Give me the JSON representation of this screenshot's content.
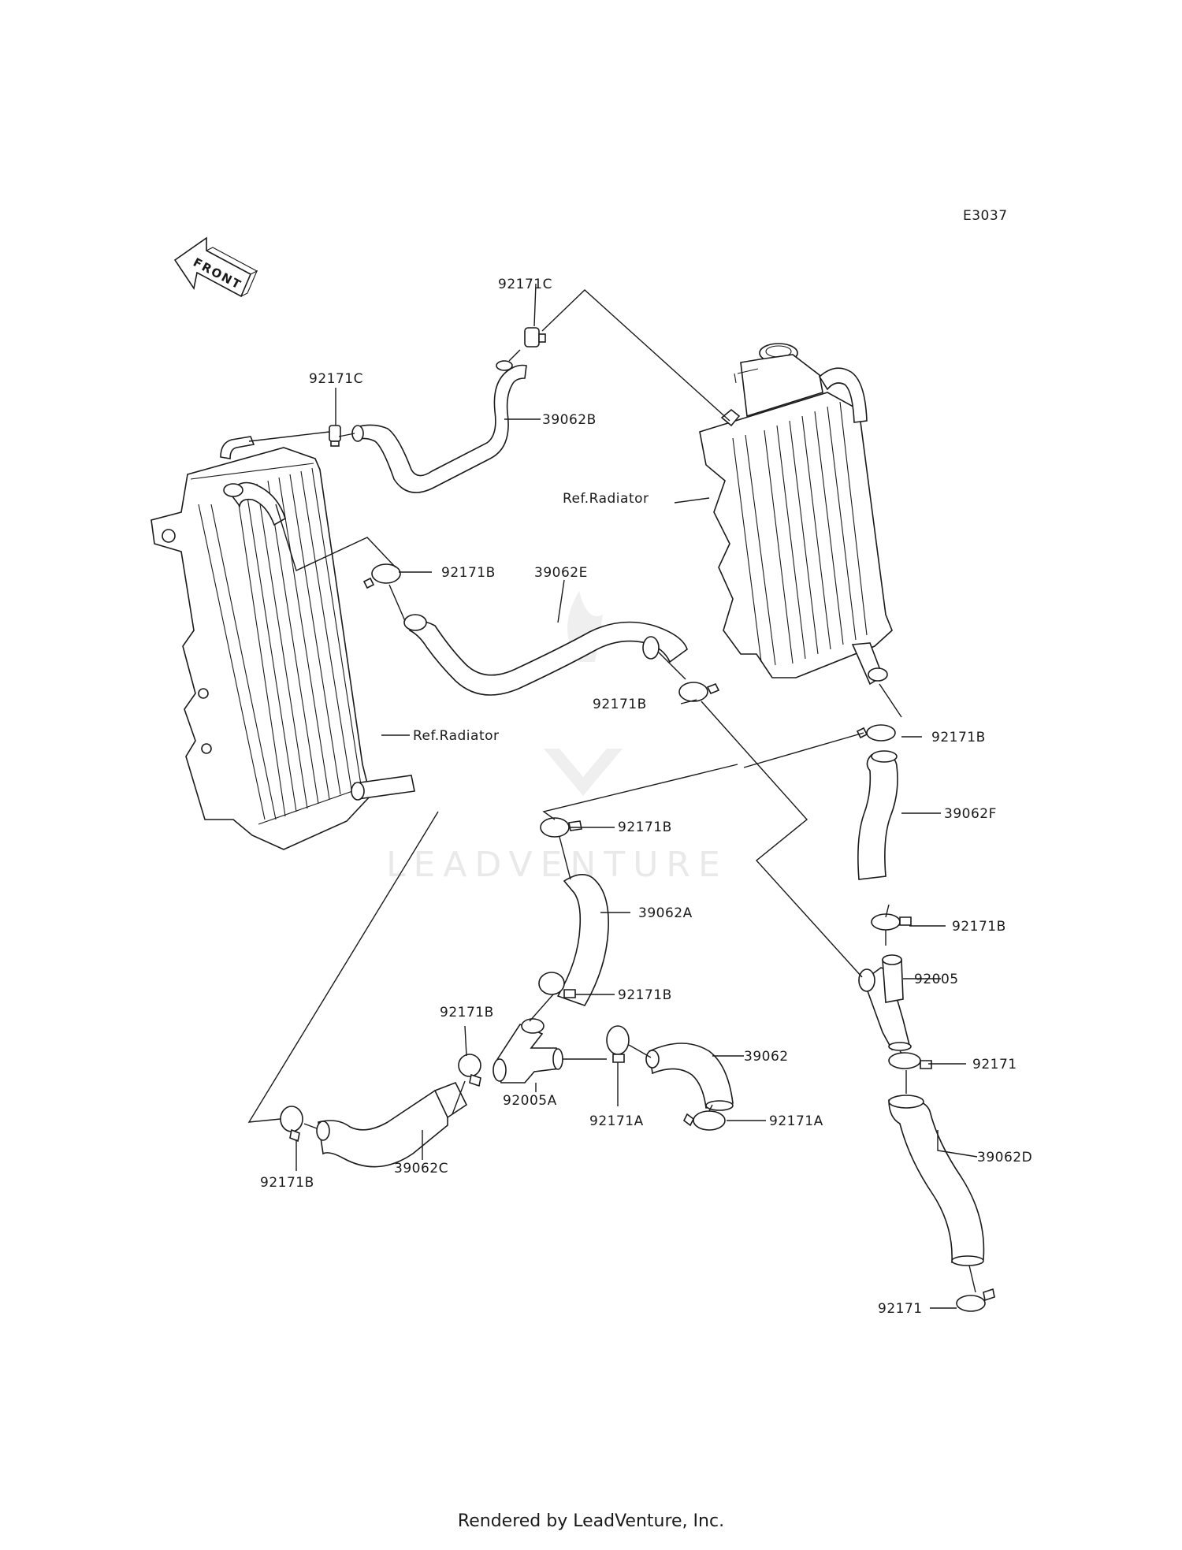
{
  "diagram_code": "E3037",
  "front_label": "FRONT",
  "watermark": "LEADVENTURE",
  "footer": "Rendered by LeadVenture, Inc.",
  "labels": {
    "l_92171C_top": "92171C",
    "l_92171C_left": "92171C",
    "l_39062B": "39062B",
    "l_ref_radiator_right": "Ref.Radiator",
    "l_92171B_1": "92171B",
    "l_39062E": "39062E",
    "l_92171B_2": "92171B",
    "l_ref_radiator_left": "Ref.Radiator",
    "l_92171B_3": "92171B",
    "l_92171B_4": "92171B",
    "l_39062F": "39062F",
    "l_39062A": "39062A",
    "l_92171B_5": "92171B",
    "l_92171B_6": "92171B",
    "l_92005": "92005",
    "l_92171B_7": "92171B",
    "l_39062": "39062",
    "l_92171_1": "92171",
    "l_92005A": "92005A",
    "l_92171A_1": "92171A",
    "l_92171A_2": "92171A",
    "l_39062D": "39062D",
    "l_39062C": "39062C",
    "l_92171B_8": "92171B",
    "l_92171_2": "92171"
  }
}
